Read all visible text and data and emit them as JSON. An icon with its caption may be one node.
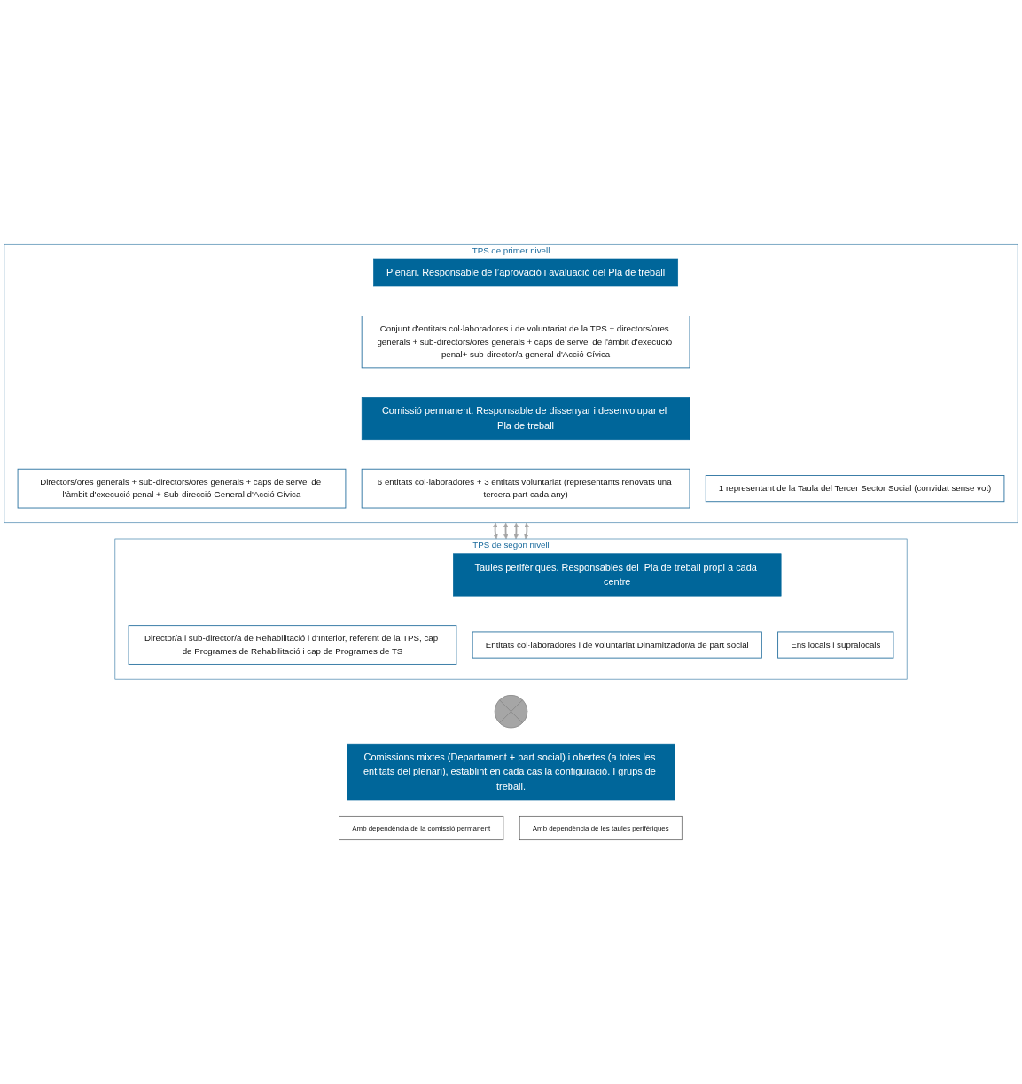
{
  "diagram": {
    "nodes": [
      {
        "text": [
          "TPS de primer nivell"
        ]
      },
      {
        "text": [
          "Plenari. Responsable de l’aprovació i avaluació del Pla de treball"
        ],
        "in": 0
      },
      {
        "text": [
          "Conjunt d'entitats col·laboradores i de voluntariat de la TPS + directors/ores generals + sub-directors/ores generals + caps de servei de l'àmbit d'execució penal+ sub-director/a general d'Acció Cívica"
        ],
        "in": 0
      },
      {
        "text": [
          "Comissió permanent. Responsable de dissenyar i desenvolupar el Pla de treball"
        ],
        "in": 0
      },
      {
        "text": [
          "Directors/ores generals + sub-directors/ores generals + caps de servei de l'àmbit d'execució penal + Sub-direcció General d'Acció Cívica"
        ],
        "in": 0
      },
      {
        "text": [
          "6 entitats col·laboradores + 3 entitats voluntariat (representants renovats una tercera part cada any)"
        ],
        "in": 0
      },
      {
        "text": [
          "1 representant de la Taula del Tercer Sector Social (convidat sense vot)"
        ],
        "in": 0
      },
      {
        "text": [
          "TPS de segon nivell"
        ]
      },
      {
        "text": [
          "Taules perifèriques. Responsables del  Pla de treball propi a cada centre"
        ],
        "in": 7
      },
      {
        "text": [
          "Director/a i sub-director/a de Rehabilitació i d'Interior, referent de la TPS, cap de Programes de Rehabilitació i cap de Programes de TS"
        ],
        "in": 7
      },
      {
        "text": [
          "Entitats col·laboradores i de voluntariat Dinamitzador/a de part social"
        ],
        "in": 7
      },
      {
        "text": [
          "Ens locals i supralocals"
        ],
        "in": 7
      },
      {
        "text": [],
        "shape": "cross"
      },
      {
        "text": [
          "Comissions mixtes (Departament + part social) i obertes (a totes les entitats del plenari), establint en cada cas la configuració. I grups de treball."
        ]
      },
      {
        "text": [
          "Amb dependència de la comissió permanent"
        ]
      },
      {
        "text": [
          "Amb dependència de les taules perifèriques"
        ]
      }
    ],
    "edges": [
      {
        "from": 0,
        "to": 7,
        "arrow": "both"
      },
      {
        "from": 0,
        "to": 7,
        "arrow": "both"
      },
      {
        "from": 0,
        "to": 7,
        "arrow": "both"
      },
      {
        "from": 0,
        "to": 7,
        "arrow": "both"
      }
    ]
  }
}
